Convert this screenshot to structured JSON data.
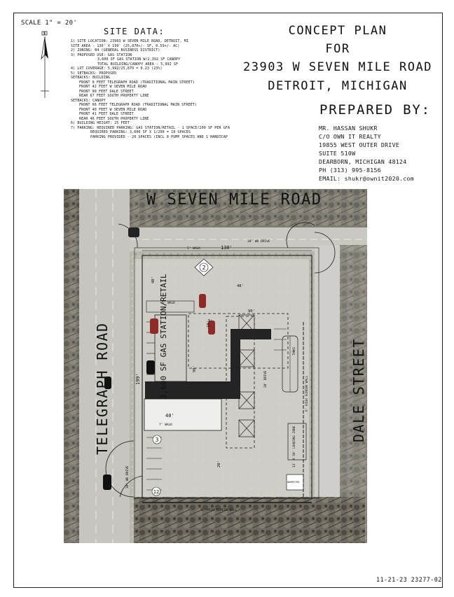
{
  "scale": "SCALE 1\" = 20'",
  "site_data_title": "SITE DATA:",
  "site_data_lines": [
    "1) SITE LOCATION: 23903 W SEVEN MILE ROAD, DETROIT, MI",
    "   SITE AREA - 130' X 199' (25,870+/- SF, 0.59+/- AC)",
    "2) ZONING: B4 (GENERAL BUSINESS DISTRICT)",
    "3) PROPOSED USE: GAS STATION",
    "   3,600 SF GAS STATION W/2,392 SF CANOPY",
    "   TOTAL BUILDING/CANOPY AREA - 5,992 SF",
    "4) LOT COVERAGE: 5,992/25,870 = 0.23 (23%)",
    "5) SETBACKS: PROPOSED",
    "   SETBACKS: BUILDING",
    "      FRONT  0 FEET TELEGRAPH ROAD (TRADITIONAL MAIN STREET)",
    "      FRONT 42 FEET W SEVEN MILE ROAD",
    "      FRONT 90 FEET DALE STREET",
    "      REAR  67 FEET SOUTH PROPERTY LINE",
    "SETBACKS: CANOPY",
    "      FRONT 66 FEET TELEGRAPH ROAD (TRADITIONAL MAIN STREET)",
    "      FRONT 40 FEET W SEVEN MILE ROAD",
    "      FRONT 41 FEET DALE STREET",
    "      REAR  46 FEET SOUTH PROPERTY LINE",
    "6) BUILDING HEIGHT: 25 FEET",
    "7) PARKING: REQUIRED PARKING: GAS STATION/RETAIL - 1 SPACE/200 SF PER GFA",
    "            REQUIRED PARKING: 3,600 SF X 1/200 = 18 SPACES",
    "            PARKING PROVIDED - 20 SPACES (INCL 8 PUMP SPACES AND 1 HANDICAP"
  ],
  "title_block": {
    "line1": "CONCEPT PLAN",
    "line2": "FOR",
    "line3": "23903 W SEVEN MILE ROAD",
    "line4": "DETROIT, MICHIGAN"
  },
  "prepared_by": {
    "heading": "PREPARED BY:",
    "lines": [
      "MR. HASSAN SHUKR",
      "C/O OWN IT REALTY",
      "19855 WEST OUTER DRIVE",
      "SUITE 510W",
      "DEARBORN, MICHIGAN 48124",
      "PH (313) 995-8156",
      "EMAIL: shukr@ownit2020.com"
    ]
  },
  "plan": {
    "road_north": "W SEVEN MILE ROAD",
    "road_west": "TELEGRAPH ROAD",
    "road_east": "DALE STREET",
    "building": "3,600 SF GAS STATION/RETAIL",
    "dims": {
      "lot_width": "130'",
      "lot_depth": "199'",
      "canopy_width": "90'",
      "bldg_width": "40'",
      "bldg_depth": "90'",
      "drive_north": "30' WD DRIVE",
      "drive_west": "30' WD DRIVE",
      "sidewalk": "5' WALK",
      "walk_6": "6' WALK",
      "walk_7": "7' WALK",
      "screen_wall": "6' HIGH SCREEN WALL",
      "screen_wall_east": "6' HIGH SCREEN WALL",
      "loading": "12' X 50' LOADING ZONE",
      "dumpster": "DUMPSTER",
      "tanks": "TANKS",
      "island": "20' DRIVE",
      "d48": "48'",
      "d40": "40'",
      "d10": "10'",
      "d20": "20'",
      "d5": "5'"
    },
    "parking_counts": [
      "2",
      "3",
      "12"
    ]
  },
  "drawing_ref": "11-21-23 23277-02"
}
